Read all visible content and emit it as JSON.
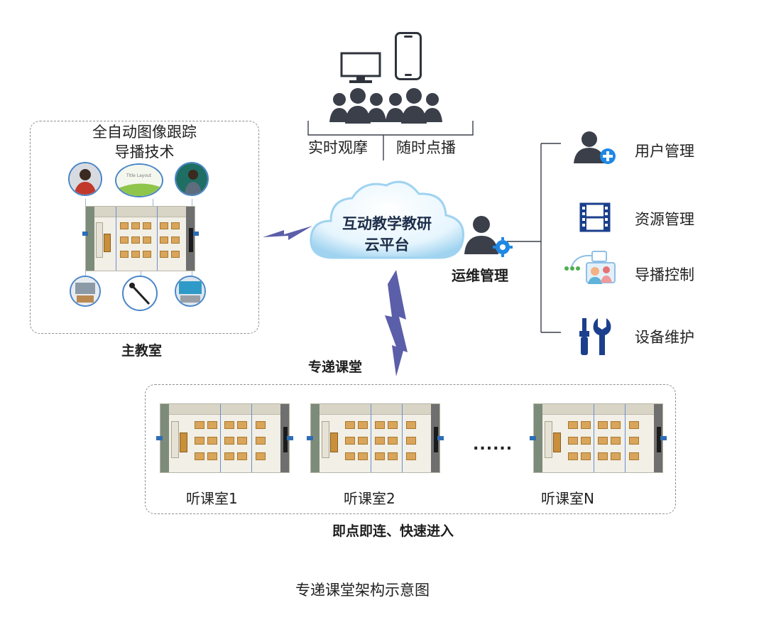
{
  "top": {
    "labels": [
      "实时观摩",
      "随时点播"
    ]
  },
  "main_room": {
    "title_line1": "全自动图像跟踪",
    "title_line2": "导播技术",
    "label": "主教室",
    "bubble_slide_text": "Title Layout"
  },
  "cloud": {
    "line1": "互动教学教研",
    "line2": "云平台"
  },
  "ops": {
    "label": "运维管理",
    "items": [
      {
        "label": "用户管理",
        "icon": "add-user-icon"
      },
      {
        "label": "资源管理",
        "icon": "film-icon"
      },
      {
        "label": "导播控制",
        "icon": "broadcast-control-icon"
      },
      {
        "label": "设备维护",
        "icon": "tools-icon"
      }
    ]
  },
  "classroom_link": {
    "label": "专递课堂"
  },
  "listen_rooms": {
    "rooms": [
      "听课室1",
      "听课室2",
      "听课室N"
    ],
    "ellipsis": "......",
    "footer": "即点即连、快速进入"
  },
  "caption": "专递课堂架构示意图",
  "colors": {
    "icon_dark": "#3a3f4a",
    "accent_blue": "#1e88e5",
    "navy": "#1b3f8c",
    "lightning": "#5b5ea8",
    "cloud_edge": "#9fd3f0"
  }
}
